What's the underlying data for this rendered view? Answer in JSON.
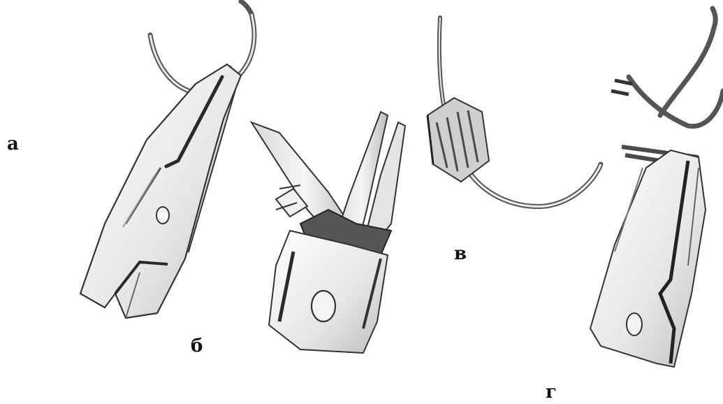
{
  "figure": {
    "labels": {
      "a": "а",
      "b": "б",
      "v": "в",
      "g": "г"
    },
    "colors": {
      "background": "#ffffff",
      "metal_light": "#f2f2f2",
      "metal_mid": "#c9c9c9",
      "metal_dark": "#3a3a3a",
      "wire": "#555555",
      "label": "#111111"
    }
  }
}
